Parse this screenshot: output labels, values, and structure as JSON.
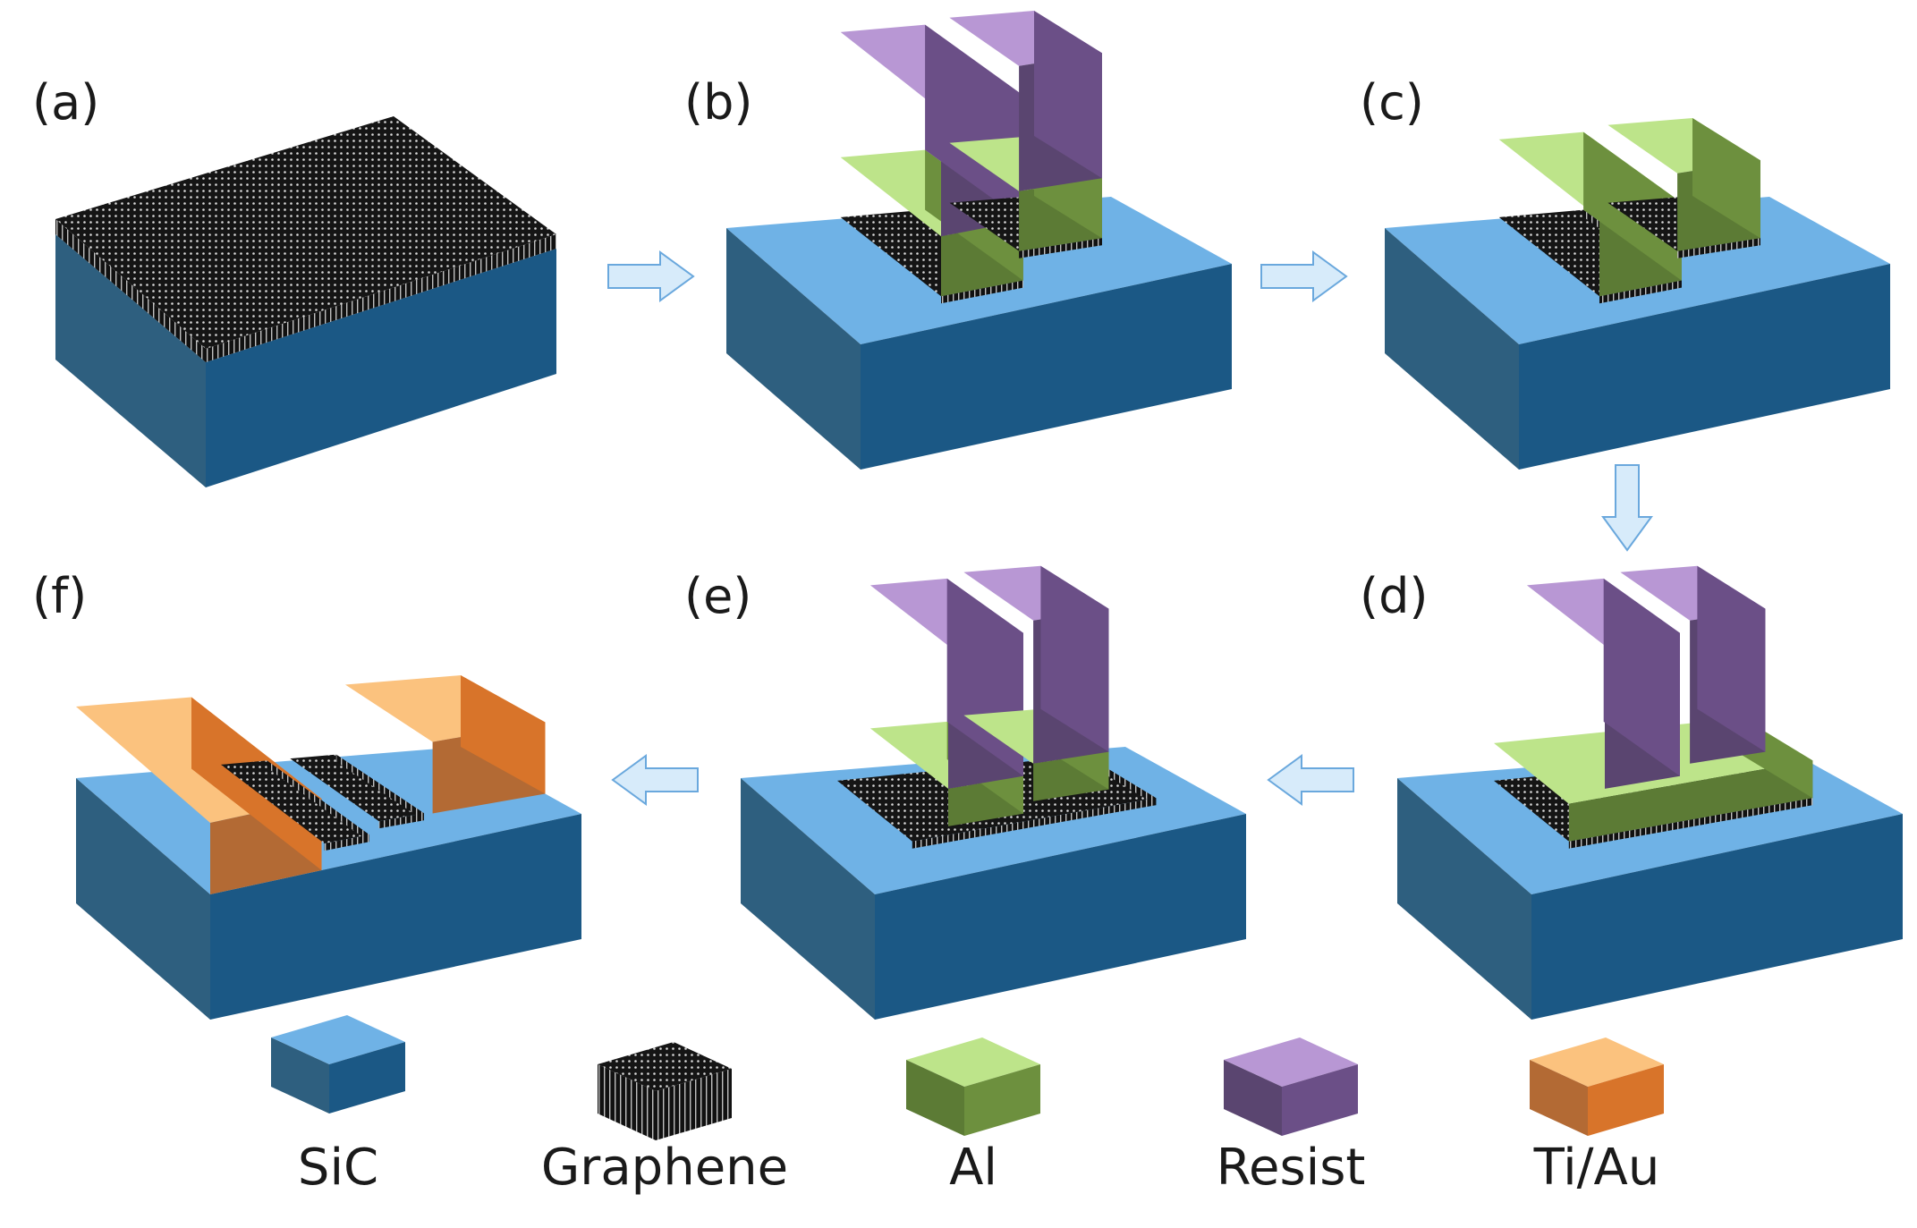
{
  "panels": [
    {
      "label": "(a)"
    },
    {
      "label": "(b)"
    },
    {
      "label": "(c)"
    },
    {
      "label": "(d)"
    },
    {
      "label": "(e)"
    },
    {
      "label": "(f)"
    }
  ],
  "legend": [
    {
      "label": "SiC",
      "material": "sic"
    },
    {
      "label": "Graphene",
      "material": "graphene"
    },
    {
      "label": "Al",
      "material": "al"
    },
    {
      "label": "Resist",
      "material": "resist"
    },
    {
      "label": "Ti/Au",
      "material": "tiau"
    }
  ],
  "colors": {
    "sic_top": "#6fb2e6",
    "sic_left": "#2e5f7f",
    "sic_right": "#1b5885",
    "graphene": "#151515",
    "al_top": "#bde48a",
    "al_left": "#5c7b35",
    "al_right": "#6d903e",
    "resist_top": "#b897d4",
    "resist_left": "#5a4570",
    "resist_right": "#6b4f87",
    "tiau_top": "#fbc27e",
    "tiau_left": "#b36a34",
    "tiau_right": "#d8742a",
    "arrow_fill": "#d7ebfa",
    "arrow_stroke": "#6aa8dd"
  },
  "flow_arrows": [
    {
      "from": "(a)",
      "to": "(b)",
      "direction": "right"
    },
    {
      "from": "(b)",
      "to": "(c)",
      "direction": "right"
    },
    {
      "from": "(c)",
      "to": "(d)",
      "direction": "down"
    },
    {
      "from": "(d)",
      "to": "(e)",
      "direction": "left"
    },
    {
      "from": "(e)",
      "to": "(f)",
      "direction": "left"
    }
  ]
}
